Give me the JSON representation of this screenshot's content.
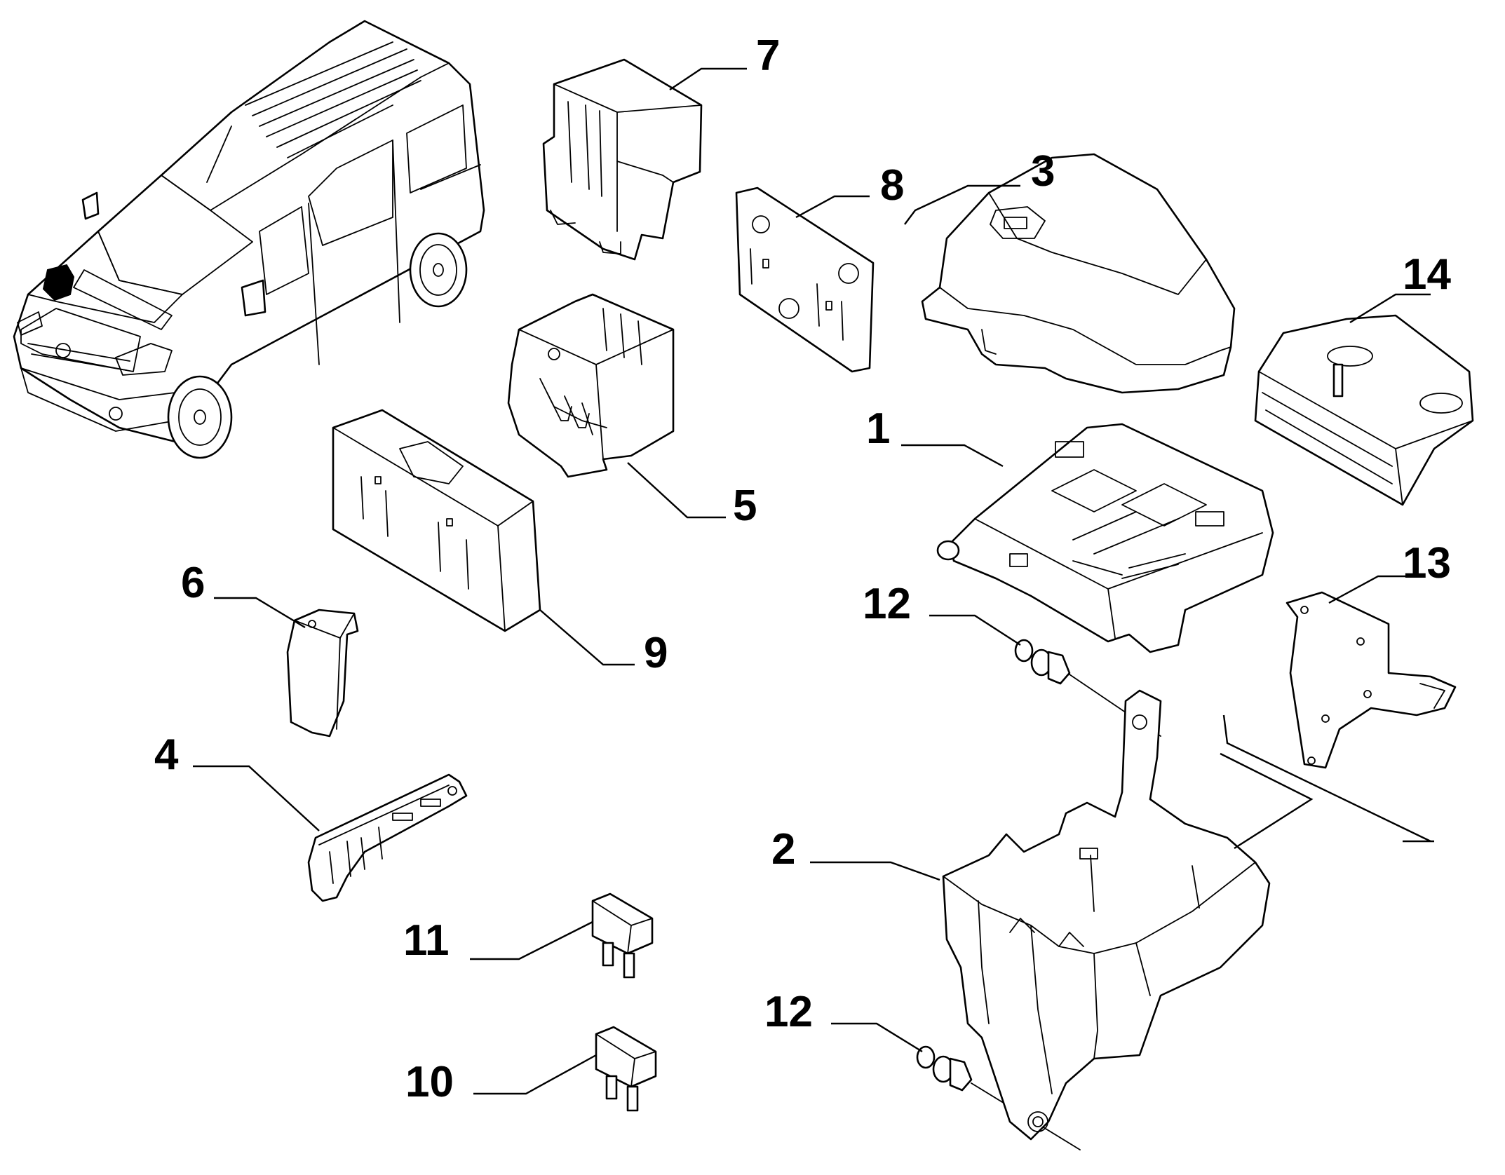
{
  "callouts": [
    {
      "id": "c1",
      "label": "1"
    },
    {
      "id": "c2",
      "label": "2"
    },
    {
      "id": "c3",
      "label": "3"
    },
    {
      "id": "c4",
      "label": "4"
    },
    {
      "id": "c5",
      "label": "5"
    },
    {
      "id": "c6",
      "label": "6"
    },
    {
      "id": "c7",
      "label": "7"
    },
    {
      "id": "c8",
      "label": "8"
    },
    {
      "id": "c9",
      "label": "9"
    },
    {
      "id": "c10",
      "label": "10"
    },
    {
      "id": "c11",
      "label": "11"
    },
    {
      "id": "c12a",
      "label": "12"
    },
    {
      "id": "c12b",
      "label": "12"
    },
    {
      "id": "c13",
      "label": "13"
    },
    {
      "id": "c14",
      "label": "14"
    }
  ],
  "colors": {
    "line": "#000000",
    "background": "#ffffff"
  }
}
